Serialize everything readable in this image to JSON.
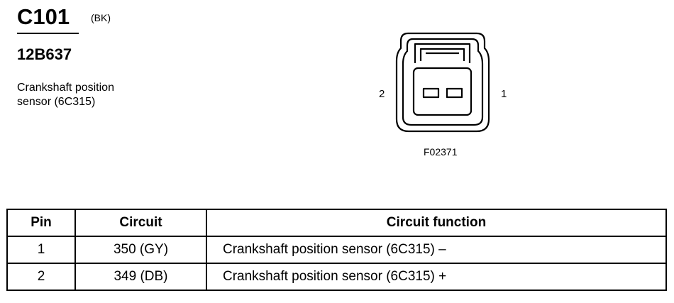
{
  "connector": {
    "id": "C101",
    "color": "(BK)",
    "part_number": "12B637",
    "description_line1": "Crankshaft position",
    "description_line2": "sensor (6C315)"
  },
  "figure": {
    "pin_left": "2",
    "pin_right": "1",
    "code": "F02371"
  },
  "table": {
    "headers": [
      "Pin",
      "Circuit",
      "Circuit function"
    ],
    "rows": [
      {
        "pin": "1",
        "circuit": "350 (GY)",
        "function": "Crankshaft position sensor (6C315) –"
      },
      {
        "pin": "2",
        "circuit": "349 (DB)",
        "function": "Crankshaft position sensor (6C315) +"
      }
    ]
  }
}
